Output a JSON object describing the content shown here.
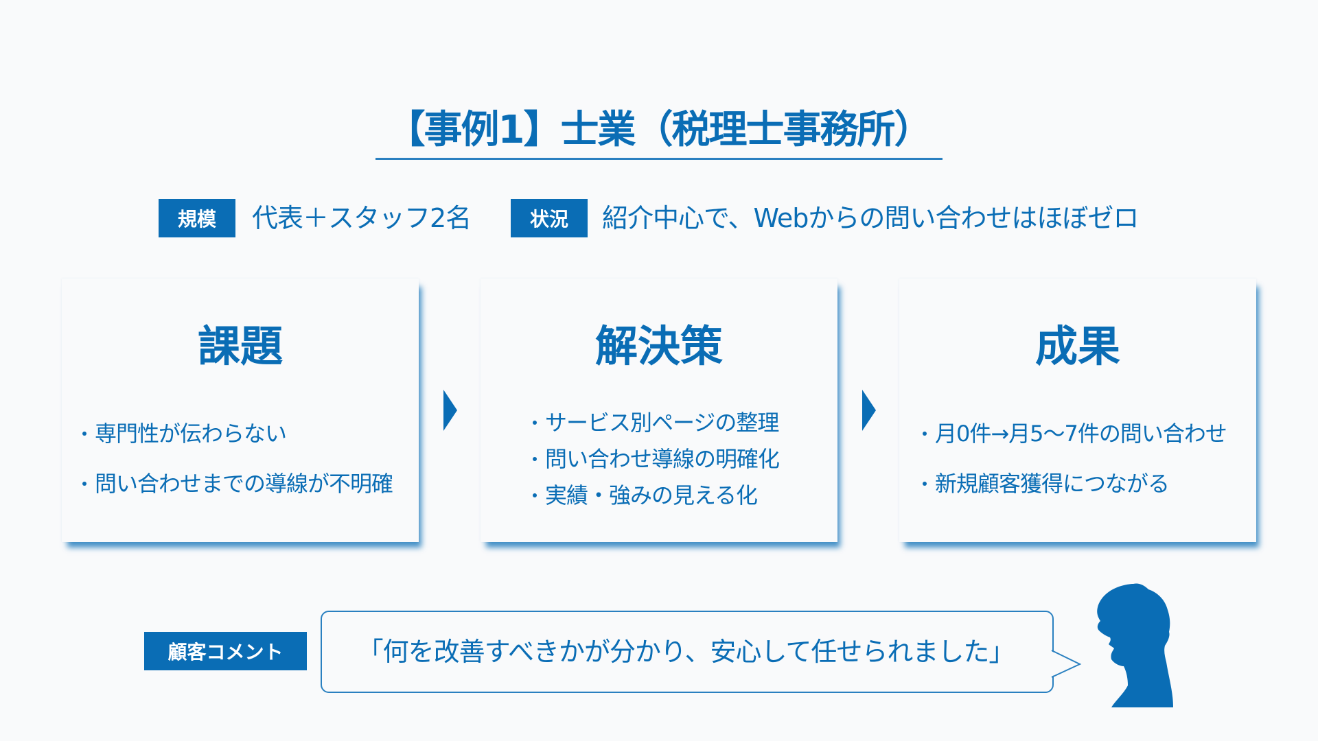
{
  "title": "【事例1】士業（税理士事務所）",
  "info": {
    "scale": {
      "label": "規模",
      "value": "代表＋スタッフ2名"
    },
    "situation": {
      "label": "状況",
      "value": "紹介中心で、Webからの問い合わせはほぼゼロ"
    }
  },
  "cards": [
    {
      "heading": "課題",
      "bullets": [
        "専門性が伝わらない",
        "問い合わせまでの導線が不明確"
      ]
    },
    {
      "heading": "解決策",
      "bullets": [
        "サービス別ページの整理",
        "問い合わせ導線の明確化",
        "実績・強みの見える化"
      ]
    },
    {
      "heading": "成果",
      "bullets": [
        "月0件→月5〜7件の問い合わせ",
        "新規顧客獲得につながる"
      ]
    }
  ],
  "arrows": [
    "arrow-right-icon",
    "arrow-right-icon"
  ],
  "comment": {
    "label": "顧客コメント",
    "quote": "「何を改善すべきかが分かり、安心して任せられました」",
    "avatar_icon": "woman-silhouette-icon"
  },
  "colors": {
    "accent": "#0a6db5",
    "background": "#f9fafb",
    "border": "#2a80c0"
  }
}
